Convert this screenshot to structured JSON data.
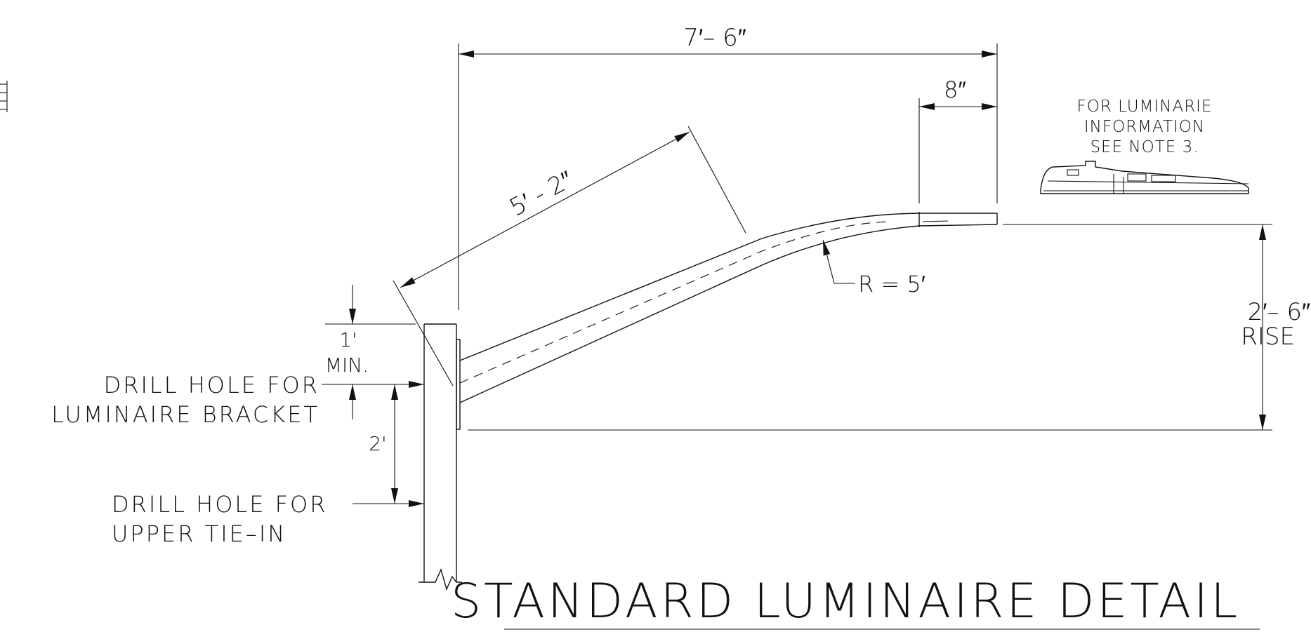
{
  "drawing": {
    "title": "STANDARD LUMINAIRE DETAIL",
    "dimensions": {
      "overall_length": "7′– 6″",
      "tip_length": "8″",
      "arm_length": "5′ - 2″",
      "bend_radius": "R = 5′",
      "rise_value": "2′– 6″",
      "rise_label": "RISE",
      "min_offset": "1'",
      "min_label": "MIN.",
      "hole_spacing": "2'"
    },
    "callouts": {
      "bracket_hole_line1": "DRILL HOLE FOR",
      "bracket_hole_line2": "LUMINAIRE BRACKET",
      "tie_in_hole_line1": "DRILL HOLE FOR",
      "tie_in_hole_line2": "UPPER TIE–IN"
    },
    "note": {
      "line1": "FOR LUMINARIE",
      "line2": "INFORMATION",
      "line3": "SEE NOTE 3."
    }
  }
}
